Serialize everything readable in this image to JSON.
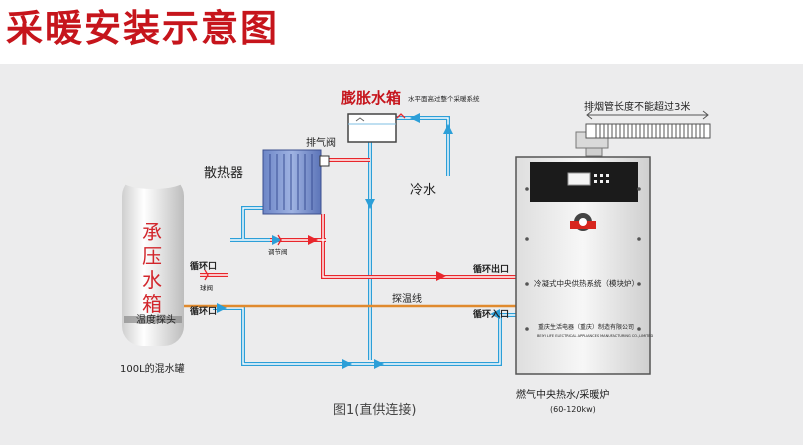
{
  "title": "采暖安装示意图",
  "labels": {
    "expansion_tank": "膨胀水箱",
    "expansion_note": "水平面高过整个采暖系统",
    "flue_note": "排烟管长度不能超过3米",
    "vent_valve": "排气阀",
    "radiator": "散热器",
    "cold_water": "冷水",
    "pressure_tank": "承压水箱",
    "temp_probe": "温度探头",
    "circ_port_left_1": "循环口",
    "ball_valve": "球阀",
    "adjust_valve": "调节阀",
    "circ_port_left_2": "循环口",
    "circ_out": "循环出口",
    "circ_in": "循环入口",
    "probe_wire": "探温线",
    "mix_tank": "100L的混水罐",
    "boiler_system": "冷凝式中央供热系统（模块炉）",
    "boiler_company": "重庆生活电器（重庆）制造有限公司",
    "boiler_company_en": "BEIYI LIFE ELECTRICAL APPLIANCES MANUFACTURING CO.,LIMITED",
    "boiler_name": "燃气中央热水/采暖炉",
    "boiler_power": "(60-120kw)",
    "figure_caption": "图1(直供连接)"
  },
  "colors": {
    "title": "#c6151c",
    "hot_pipe": "#e8262c",
    "cold_pipe": "#2c9fd8",
    "probe_wire": "#e08a2e",
    "background": "#ececed"
  }
}
